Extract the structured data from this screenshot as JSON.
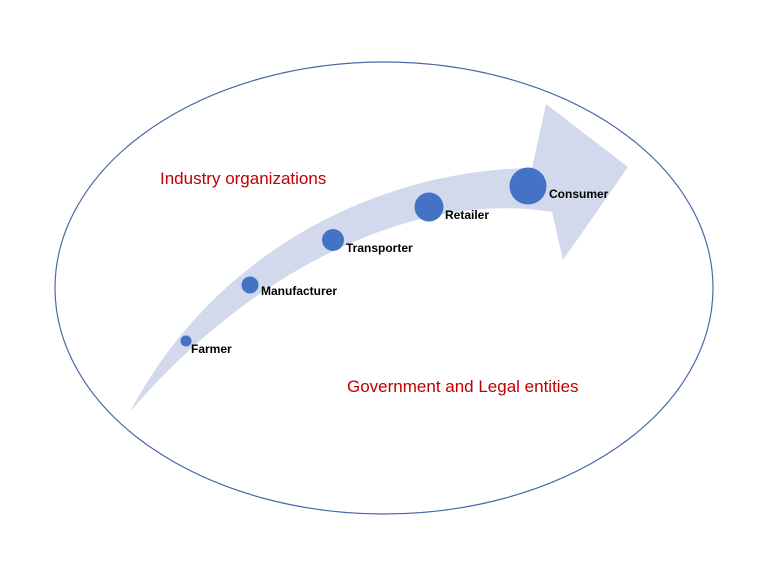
{
  "diagram": {
    "colors": {
      "ellipse_stroke": "#4a6aa6",
      "arrow_fill": "#d3d9ec",
      "node_fill": "#4472c4",
      "region_label_color": "#c00000",
      "stage_label_color": "#000000"
    },
    "regions": {
      "industry": "Industry organizations",
      "government": "Government and Legal entities"
    },
    "stages": [
      {
        "label": "Farmer"
      },
      {
        "label": "Manufacturer"
      },
      {
        "label": "Transporter"
      },
      {
        "label": "Retailer"
      },
      {
        "label": "Consumer"
      }
    ]
  }
}
